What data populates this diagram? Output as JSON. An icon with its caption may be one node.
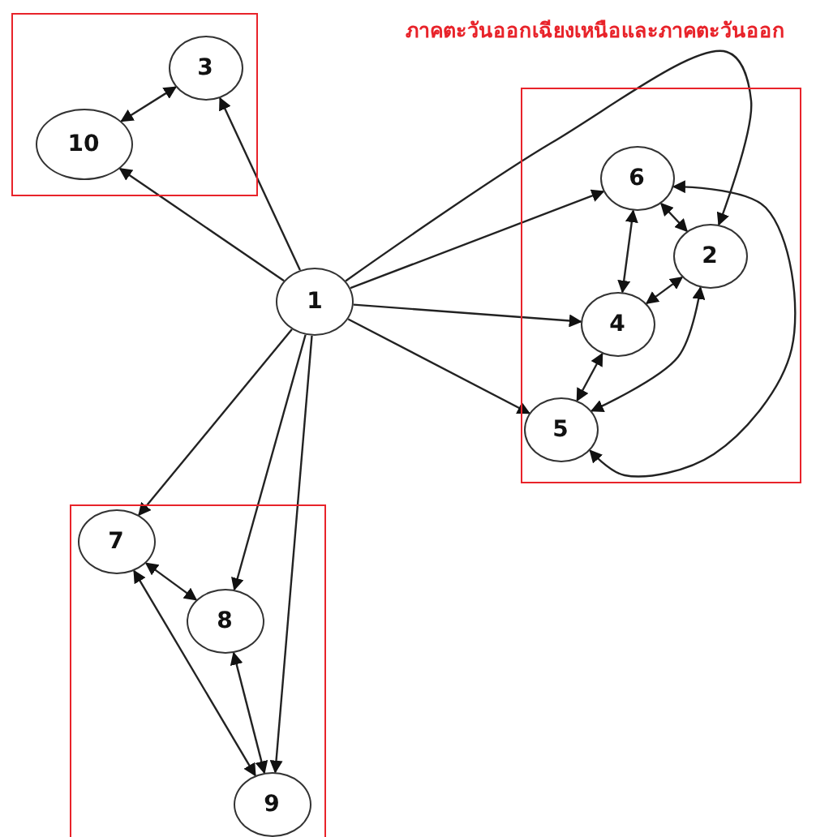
{
  "diagram": {
    "title": "ภาคตะวันออกเฉียงเหนือและภาคตะวันออก",
    "nodes": [
      {
        "text": [],
        "shape": "box"
      },
      {
        "text": [
          "3"
        ],
        "in": 0
      },
      {
        "text": [
          "10"
        ],
        "in": 0
      },
      {
        "text": [],
        "shape": "box"
      },
      {
        "text": [
          "6"
        ],
        "in": 3
      },
      {
        "text": [
          "2"
        ],
        "in": 3
      },
      {
        "text": [
          "4"
        ],
        "in": 3
      },
      {
        "text": [
          "5"
        ],
        "in": 3
      },
      {
        "text": [
          "1"
        ]
      },
      {
        "text": [],
        "shape": "box"
      },
      {
        "text": [
          "7"
        ],
        "in": 9
      },
      {
        "text": [
          "8"
        ],
        "in": 9
      },
      {
        "text": [
          "9"
        ],
        "in": 9
      }
    ],
    "edges": [
      {
        "from": 8,
        "to": 1,
        "arrow": "to"
      },
      {
        "from": 8,
        "to": 2,
        "arrow": "to"
      },
      {
        "from": 1,
        "to": 2,
        "arrow": "both"
      },
      {
        "from": 8,
        "to": 4,
        "arrow": "to"
      },
      {
        "from": 8,
        "to": 5,
        "arrow": "to"
      },
      {
        "from": 8,
        "to": 6,
        "arrow": "to"
      },
      {
        "from": 8,
        "to": 7,
        "arrow": "to"
      },
      {
        "from": 4,
        "to": 5,
        "arrow": "both"
      },
      {
        "from": 4,
        "to": 6,
        "arrow": "both"
      },
      {
        "from": 5,
        "to": 6,
        "arrow": "both"
      },
      {
        "from": 6,
        "to": 7,
        "arrow": "both"
      },
      {
        "from": 5,
        "to": 7,
        "arrow": "both"
      },
      {
        "from": 4,
        "to": 7,
        "arrow": "both"
      },
      {
        "from": 8,
        "to": 10,
        "arrow": "to"
      },
      {
        "from": 8,
        "to": 11,
        "arrow": "to"
      },
      {
        "from": 8,
        "to": 12,
        "arrow": "to"
      },
      {
        "from": 10,
        "to": 11,
        "arrow": "both"
      },
      {
        "from": 11,
        "to": 12,
        "arrow": "both"
      },
      {
        "from": 10,
        "to": 12,
        "arrow": "both"
      }
    ]
  }
}
